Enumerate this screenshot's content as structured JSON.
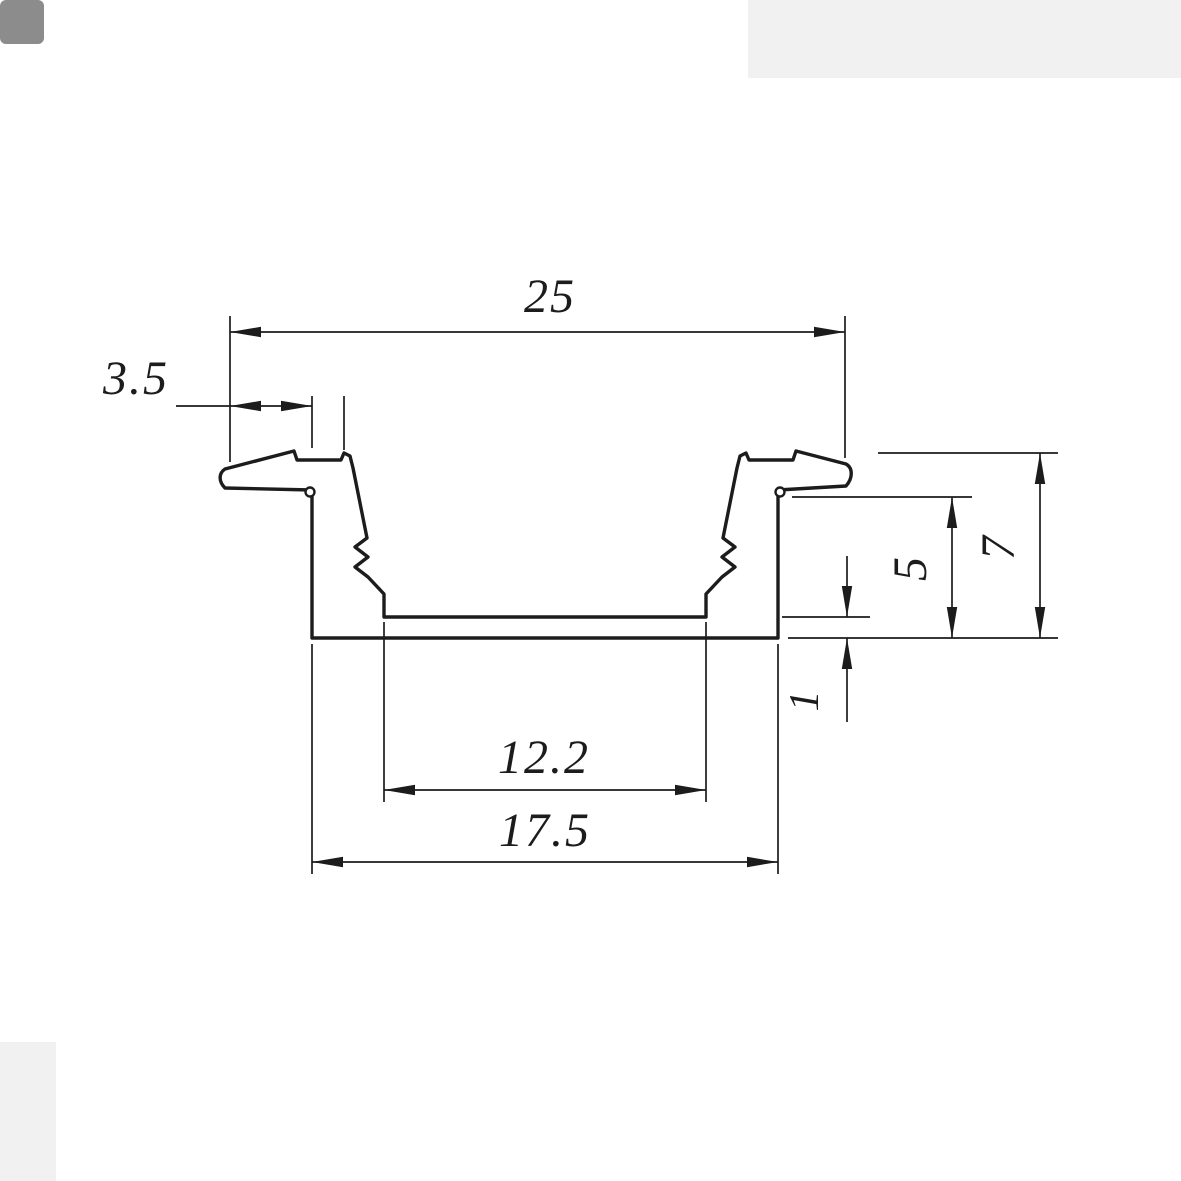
{
  "drawing": {
    "background_color": "#ffffff",
    "line_color": "#1c1c1c",
    "dimensions": {
      "overall_width": "25",
      "flange_overhang": "3.5",
      "overall_height": "7",
      "inner_depth": "5",
      "base_thickness": "1",
      "inner_width": "12.2",
      "body_width": "17.5"
    }
  }
}
